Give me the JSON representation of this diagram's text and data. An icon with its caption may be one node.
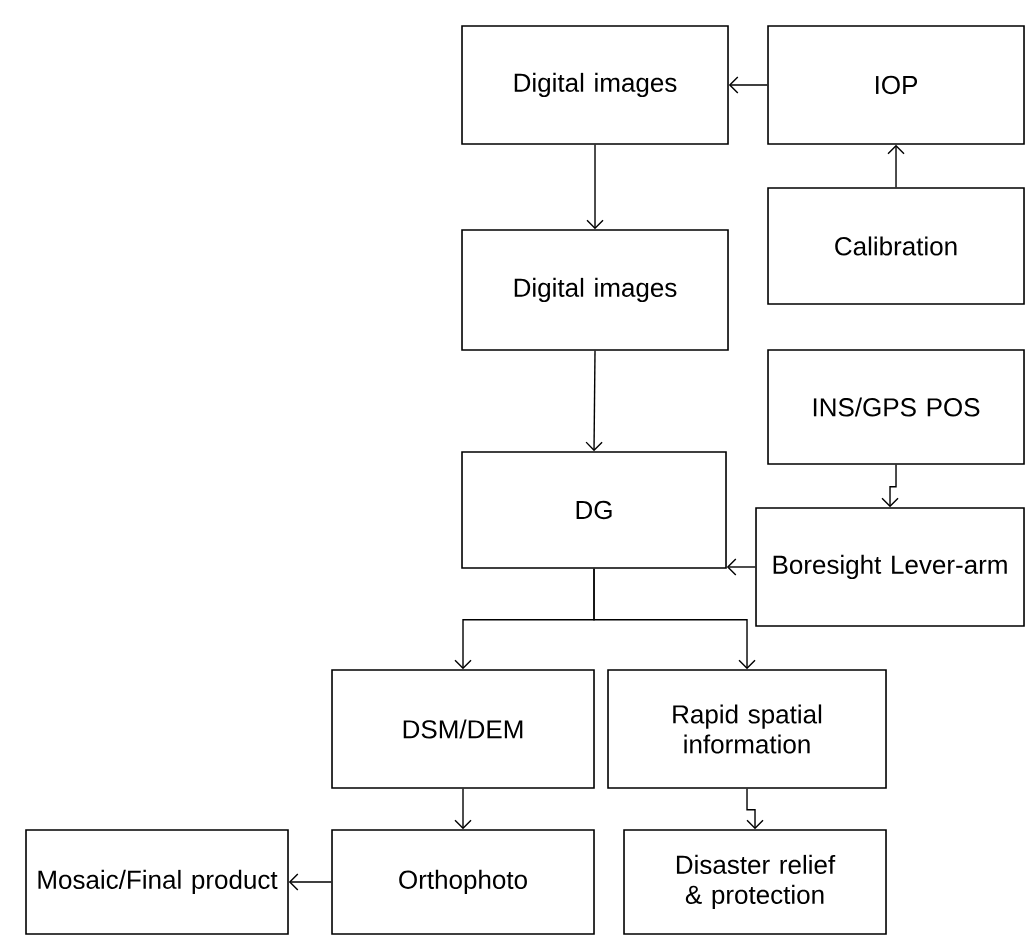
{
  "diagram": {
    "nodes": [
      {
        "text": [
          "Digital images"
        ]
      },
      {
        "text": [
          "IOP"
        ]
      },
      {
        "text": [
          "Digital images"
        ]
      },
      {
        "text": [
          "Calibration"
        ]
      },
      {
        "text": [
          "INS/GPS POS"
        ]
      },
      {
        "text": [
          "DG"
        ]
      },
      {
        "text": [
          "Boresight Lever-arm"
        ]
      },
      {
        "text": [
          "DSM/DEM"
        ]
      },
      {
        "text": [
          "Rapid spatial information"
        ]
      },
      {
        "text": [
          "Mosaic/Final product"
        ]
      },
      {
        "text": [
          "Orthophoto"
        ]
      },
      {
        "text": [
          "Disaster relief & protection"
        ]
      }
    ],
    "edges": [
      {
        "from": 1,
        "to": 0,
        "arrow": "to"
      },
      {
        "from": 3,
        "to": 1,
        "arrow": "to"
      },
      {
        "from": 0,
        "to": 2,
        "arrow": "to"
      },
      {
        "from": 2,
        "to": 5,
        "arrow": "to"
      },
      {
        "from": 4,
        "to": 6,
        "arrow": "to"
      },
      {
        "from": 6,
        "to": 5,
        "arrow": "to"
      },
      {
        "from": 5,
        "to": 7,
        "arrow": "to"
      },
      {
        "from": 5,
        "to": 8,
        "arrow": "to"
      },
      {
        "from": 7,
        "to": 10,
        "arrow": "to"
      },
      {
        "from": 8,
        "to": 11,
        "arrow": "to"
      },
      {
        "from": 10,
        "to": 9,
        "arrow": "to"
      }
    ]
  }
}
